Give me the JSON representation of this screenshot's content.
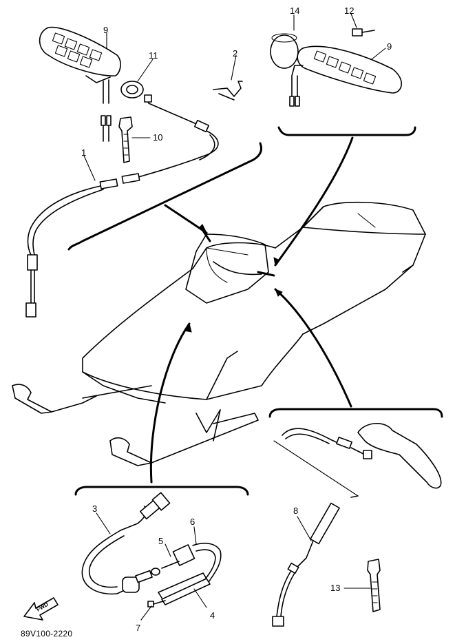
{
  "callouts": {
    "c1": "1",
    "c2": "2",
    "c3": "3",
    "c4": "4",
    "c5": "5",
    "c6": "6",
    "c7": "7",
    "c8": "8",
    "c9a": "9",
    "c9b": "9",
    "c10": "10",
    "c11": "11",
    "c12": "12",
    "c13": "13",
    "c14": "14"
  },
  "direction_label": "FWD",
  "part_number": "89V100-2220"
}
